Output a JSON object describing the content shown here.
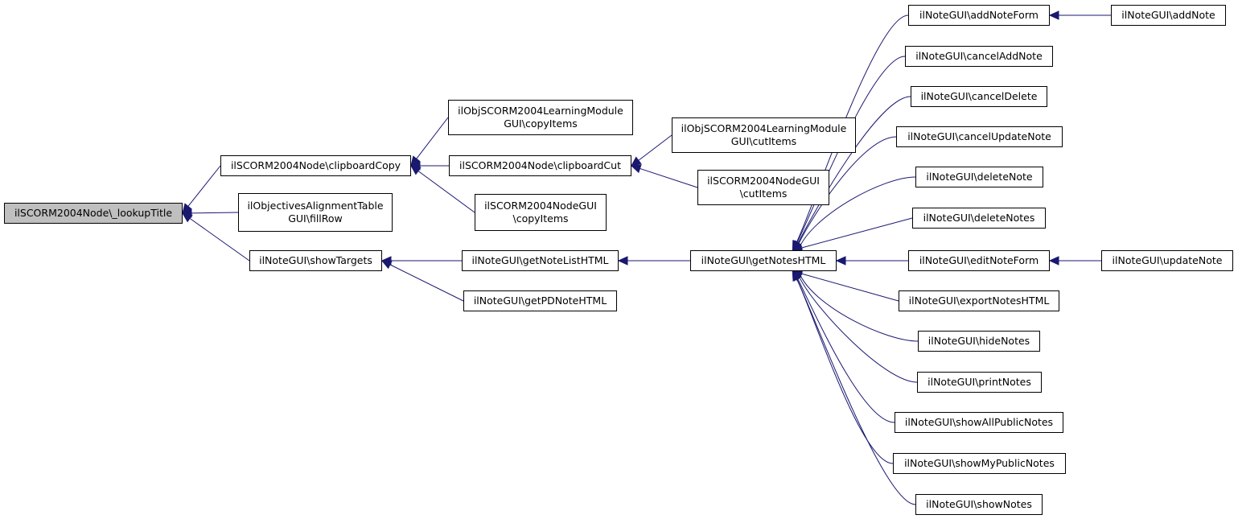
{
  "colors": {
    "edge": "#191970",
    "node_border": "#000000",
    "root_fill": "#bfbfbf",
    "node_fill": "#ffffff"
  },
  "nodes": {
    "lookupTitle": [
      "ilSCORM2004Node\\_lookupTitle"
    ],
    "clipboardCopy": [
      "ilSCORM2004Node\\clipboardCopy"
    ],
    "objAlignFillRow": [
      "ilObjectivesAlignmentTable",
      "GUI\\fillRow"
    ],
    "showTargets": [
      "ilNoteGUI\\showTargets"
    ],
    "lmCopyItems": [
      "ilObjSCORM2004LearningModule",
      "GUI\\copyItems"
    ],
    "clipboardCut": [
      "ilSCORM2004Node\\clipboardCut"
    ],
    "nodeGuiCopyItems": [
      "ilSCORM2004NodeGUI",
      "\\copyItems"
    ],
    "getNoteListHTML": [
      "ilNoteGUI\\getNoteListHTML"
    ],
    "getPDNoteHTML": [
      "ilNoteGUI\\getPDNoteHTML"
    ],
    "lmCutItems": [
      "ilObjSCORM2004LearningModule",
      "GUI\\cutItems"
    ],
    "nodeGuiCutItems": [
      "ilSCORM2004NodeGUI",
      "\\cutItems"
    ],
    "getNotesHTML": [
      "ilNoteGUI\\getNotesHTML"
    ],
    "addNoteForm": [
      "ilNoteGUI\\addNoteForm"
    ],
    "cancelAddNote": [
      "ilNoteGUI\\cancelAddNote"
    ],
    "cancelDelete": [
      "ilNoteGUI\\cancelDelete"
    ],
    "cancelUpdateNote": [
      "ilNoteGUI\\cancelUpdateNote"
    ],
    "deleteNote": [
      "ilNoteGUI\\deleteNote"
    ],
    "deleteNotes": [
      "ilNoteGUI\\deleteNotes"
    ],
    "editNoteForm": [
      "ilNoteGUI\\editNoteForm"
    ],
    "exportNotesHTML": [
      "ilNoteGUI\\exportNotesHTML"
    ],
    "hideNotes": [
      "ilNoteGUI\\hideNotes"
    ],
    "printNotes": [
      "ilNoteGUI\\printNotes"
    ],
    "showAllPublicNotes": [
      "ilNoteGUI\\showAllPublicNotes"
    ],
    "showMyPublicNotes": [
      "ilNoteGUI\\showMyPublicNotes"
    ],
    "showNotes": [
      "ilNoteGUI\\showNotes"
    ],
    "addNote": [
      "ilNoteGUI\\addNote"
    ],
    "updateNote": [
      "ilNoteGUI\\updateNote"
    ]
  },
  "edges": [
    [
      "clipboardCopy",
      "lookupTitle"
    ],
    [
      "objAlignFillRow",
      "lookupTitle"
    ],
    [
      "showTargets",
      "lookupTitle"
    ],
    [
      "lmCopyItems",
      "clipboardCopy"
    ],
    [
      "clipboardCut",
      "clipboardCopy"
    ],
    [
      "nodeGuiCopyItems",
      "clipboardCopy"
    ],
    [
      "getNoteListHTML",
      "showTargets"
    ],
    [
      "getPDNoteHTML",
      "showTargets"
    ],
    [
      "lmCutItems",
      "clipboardCut"
    ],
    [
      "nodeGuiCutItems",
      "clipboardCut"
    ],
    [
      "getNotesHTML",
      "getNoteListHTML"
    ],
    [
      "addNoteForm",
      "getNotesHTML"
    ],
    [
      "cancelAddNote",
      "getNotesHTML"
    ],
    [
      "cancelDelete",
      "getNotesHTML"
    ],
    [
      "cancelUpdateNote",
      "getNotesHTML"
    ],
    [
      "deleteNote",
      "getNotesHTML"
    ],
    [
      "deleteNotes",
      "getNotesHTML"
    ],
    [
      "editNoteForm",
      "getNotesHTML"
    ],
    [
      "exportNotesHTML",
      "getNotesHTML"
    ],
    [
      "hideNotes",
      "getNotesHTML"
    ],
    [
      "printNotes",
      "getNotesHTML"
    ],
    [
      "showAllPublicNotes",
      "getNotesHTML"
    ],
    [
      "showMyPublicNotes",
      "getNotesHTML"
    ],
    [
      "showNotes",
      "getNotesHTML"
    ],
    [
      "addNote",
      "addNoteForm"
    ],
    [
      "updateNote",
      "editNoteForm"
    ]
  ]
}
